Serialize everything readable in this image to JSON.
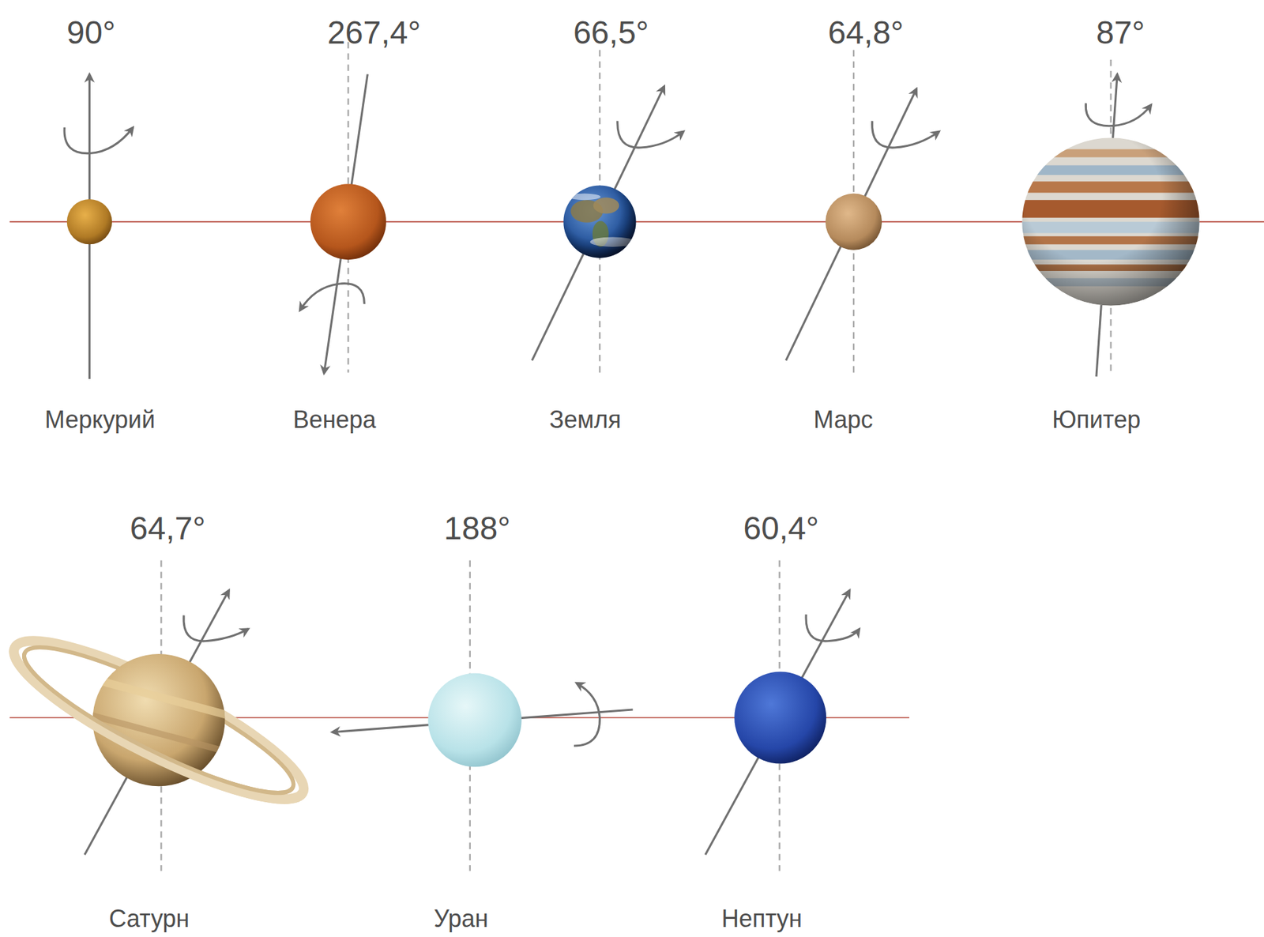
{
  "diagram": {
    "labels": [
      "90°",
      "267,4°",
      "66,5°",
      "64,8°",
      "87°",
      "Меркурий",
      "Венера",
      "Земля",
      "Марс",
      "Юпитер",
      "64,7°",
      "188°",
      "60,4°",
      "Сатурн",
      "Уран",
      "Нептун"
    ]
  }
}
